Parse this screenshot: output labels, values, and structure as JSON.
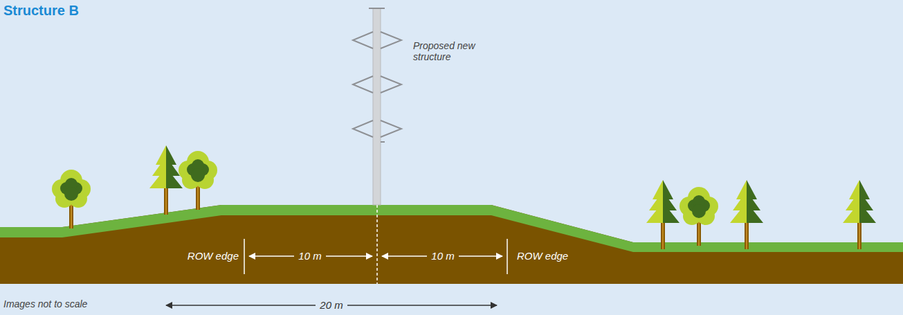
{
  "diagram": {
    "title": "Structure B",
    "caption": "Images not to scale",
    "labels": [
      "Proposed new structure",
      "ROW edge",
      "10 m",
      "10 m",
      "ROW edge",
      "20 m"
    ]
  }
}
